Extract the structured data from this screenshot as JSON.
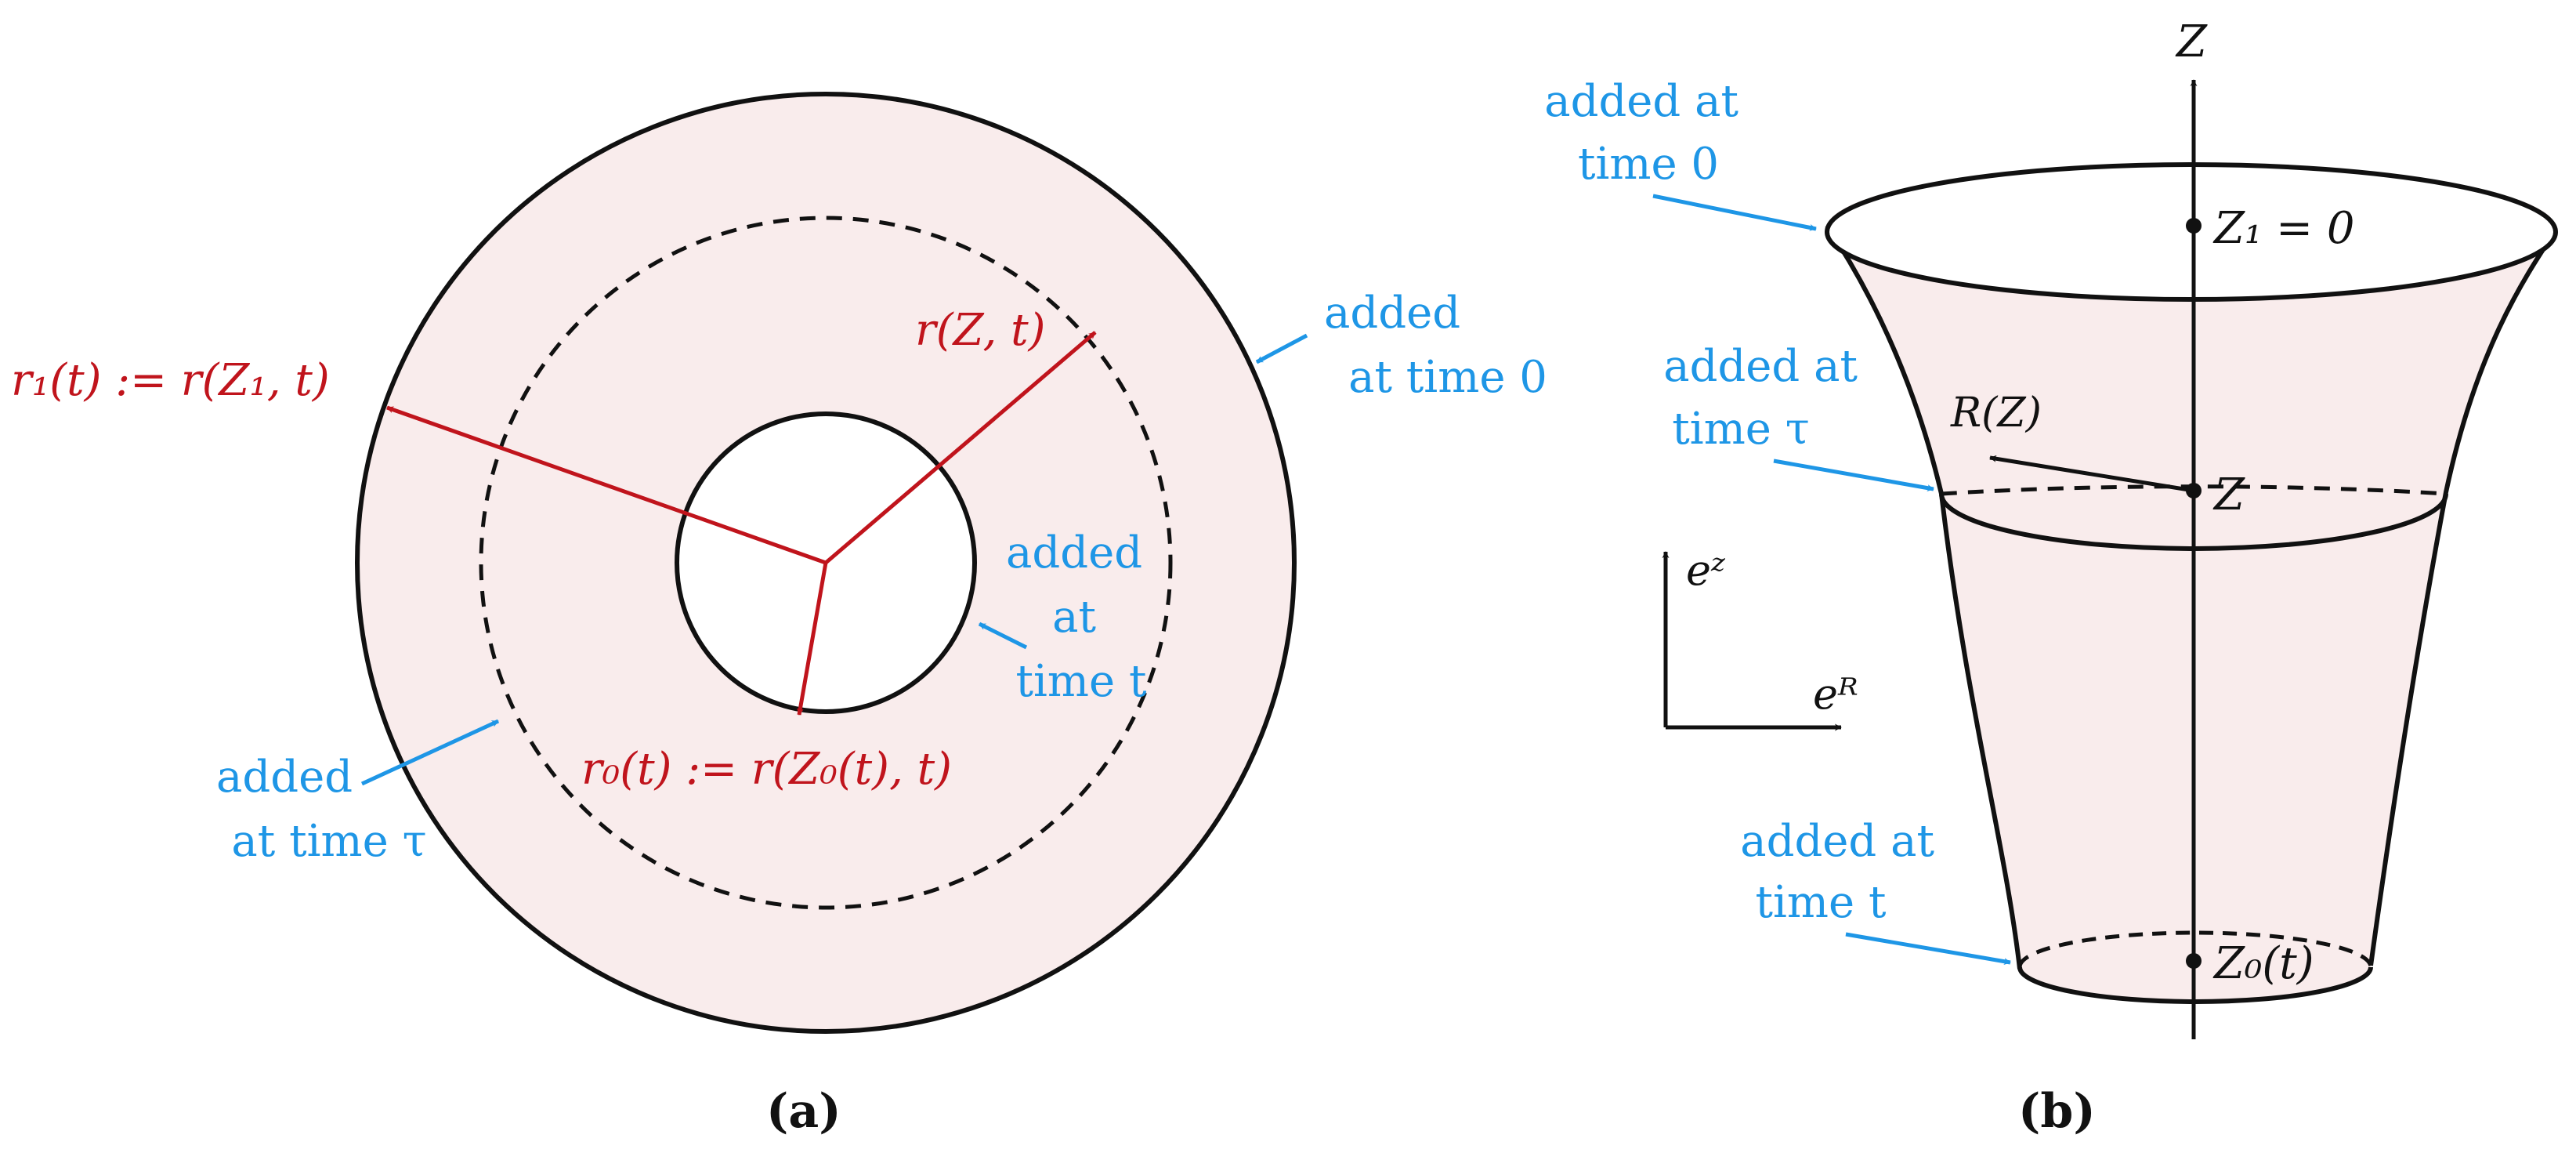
{
  "colors": {
    "red": "#c0141c",
    "blue": "#1e96e6",
    "fill": "#f9ecec",
    "black": "#111111"
  },
  "panel_a": {
    "caption": "(a)",
    "r1_label": "r₁(t) := r(Z₁, t)",
    "rZt_label": "r(Z, t)",
    "r0_label": "r₀(t) := r(Z₀(t), t)",
    "outer_added": [
      "added",
      "at time 0"
    ],
    "inner_added": [
      "added",
      "at",
      "time t"
    ],
    "dashed_added": [
      "added",
      "at time τ"
    ]
  },
  "panel_b": {
    "caption": "(b)",
    "axis_label": "Z",
    "z1_label": "Z₁ = 0",
    "z_label": "Z",
    "z0_label": "Z₀(t)",
    "radius_label": "R(Z)",
    "basis_z": "eᶻ",
    "basis_r": "eᴿ",
    "top_added": [
      "added at",
      "time 0"
    ],
    "mid_added": [
      "added at",
      "time τ"
    ],
    "bottom_added": [
      "added at",
      "time t"
    ]
  }
}
